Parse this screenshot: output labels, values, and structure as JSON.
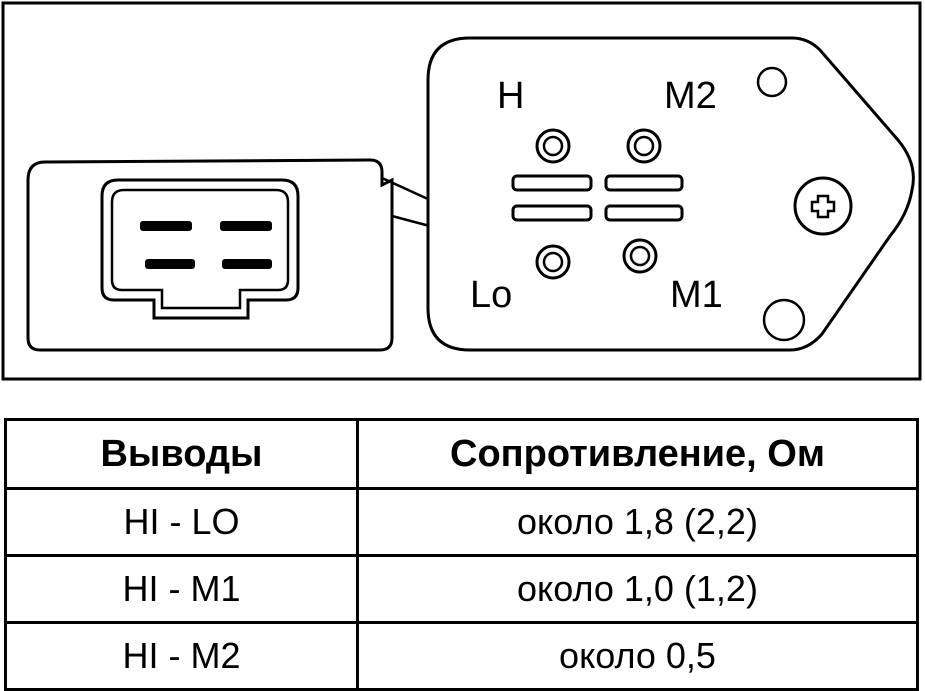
{
  "diagram": {
    "terminal_labels": {
      "h": "H",
      "m2": "M2",
      "lo": "Lo",
      "m1": "M1"
    }
  },
  "table": {
    "headers": [
      "Выводы",
      "Сопротивление, Ом"
    ],
    "rows": [
      {
        "terminals": "HI - LO",
        "resistance": "около 1,8 (2,2)"
      },
      {
        "terminals": "HI - M1",
        "resistance": "около 1,0 (1,2)"
      },
      {
        "terminals": "HI - M2",
        "resistance": "около 0,5"
      }
    ]
  }
}
